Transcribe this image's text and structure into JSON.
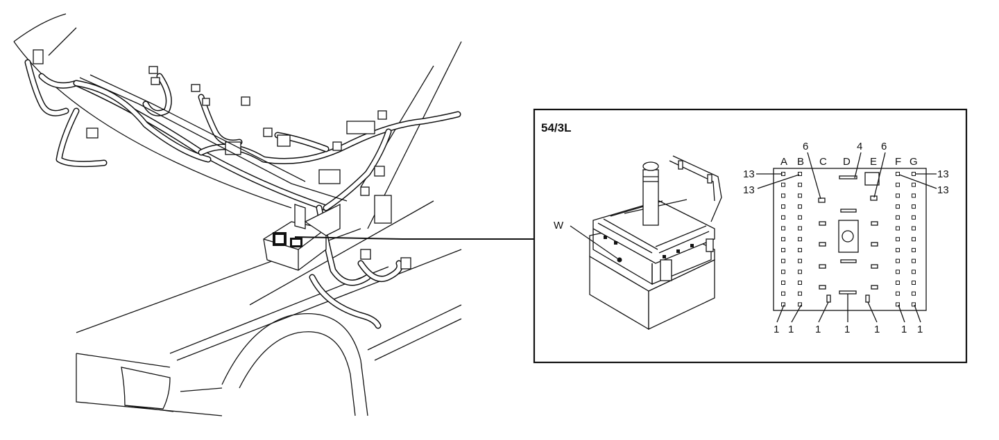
{
  "diagram": {
    "connector_id": "54/3L",
    "labels": {
      "wire_side": "W"
    },
    "columns": [
      "A",
      "B",
      "C",
      "D",
      "E",
      "F",
      "G"
    ],
    "pin_callouts": {
      "left_top": [
        "13",
        "13"
      ],
      "right_top": [
        "13",
        "13"
      ],
      "c_top": "6",
      "d_top": "4",
      "e_top": "6",
      "bottom": [
        "1",
        "1",
        "1",
        "1",
        "1",
        "1",
        "1"
      ]
    }
  }
}
